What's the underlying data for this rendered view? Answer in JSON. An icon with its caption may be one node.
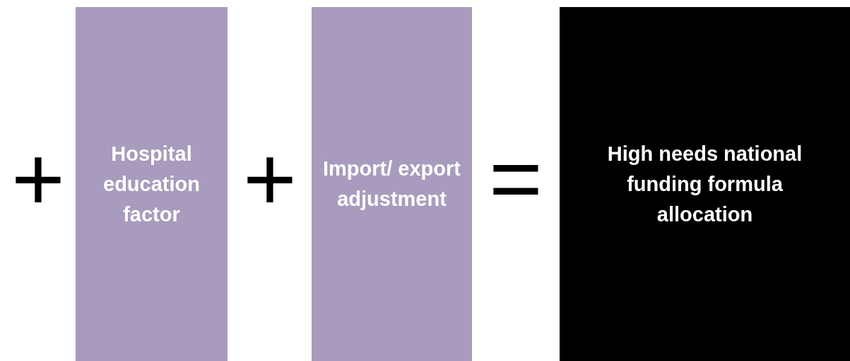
{
  "diagram": {
    "nodes": [
      {
        "text": [
          "Hospital education factor"
        ]
      },
      {
        "text": [
          "Import/ export adjustment"
        ]
      },
      {
        "text": [
          "High needs national funding formula allocation"
        ]
      }
    ],
    "labels": [
      "+",
      "+",
      "="
    ]
  }
}
